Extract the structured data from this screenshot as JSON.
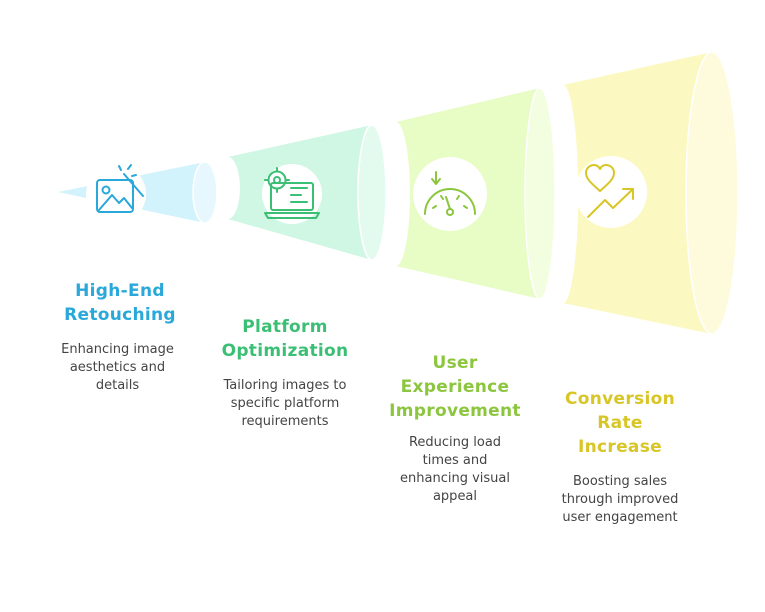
{
  "stages": [
    {
      "title": "High-End\nRetouching",
      "description": "Enhancing image\naesthetics and\ndetails",
      "icon": "image-retouch-icon",
      "color": "#29a8d9",
      "fill": "#d3f3fc",
      "rim": "#e6f8fe"
    },
    {
      "title": "Platform\nOptimization",
      "description": "Tailoring images to\nspecific platform\nrequirements",
      "icon": "laptop-settings-icon",
      "color": "#3bbf74",
      "fill": "#cff7e3",
      "rim": "#e3fbef"
    },
    {
      "title": "User\nExperience\nImprovement",
      "description": "Reducing load\ntimes and\nenhancing visual\nappeal",
      "icon": "speedometer-icon",
      "color": "#8cc63e",
      "fill": "#e8fcc6",
      "rim": "#f2fedf"
    },
    {
      "title": "Conversion\nRate\nIncrease",
      "description": "Boosting sales\nthrough improved\nuser engagement",
      "icon": "heart-growth-icon",
      "color": "#d8c626",
      "fill": "#fcf8c2",
      "rim": "#fefbdc"
    }
  ]
}
